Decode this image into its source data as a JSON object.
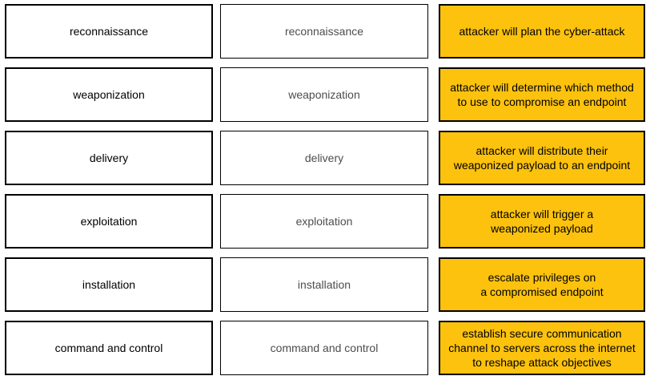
{
  "colors": {
    "highlight": "#fcc20e",
    "border": "#000000",
    "option_text": "#000000",
    "dropped_text": "#4d4d4d",
    "desc_text": "#000000"
  },
  "rows": [
    {
      "option": "reconnaissance",
      "dropped": "reconnaissance",
      "description": "attacker will plan the cyber-attack"
    },
    {
      "option": "weaponization",
      "dropped": "weaponization",
      "description": "attacker will determine which method\nto use to compromise an endpoint"
    },
    {
      "option": "delivery",
      "dropped": "delivery",
      "description": "attacker will distribute their\nweaponized payload to an endpoint"
    },
    {
      "option": "exploitation",
      "dropped": "exploitation",
      "description": "attacker will trigger a\nweaponized payload"
    },
    {
      "option": "installation",
      "dropped": "installation",
      "description": "escalate privileges on\na compromised endpoint"
    },
    {
      "option": "command and control",
      "dropped": "command and control",
      "description": "establish secure communication\nchannel to servers across the internet\nto reshape attack objectives"
    }
  ]
}
